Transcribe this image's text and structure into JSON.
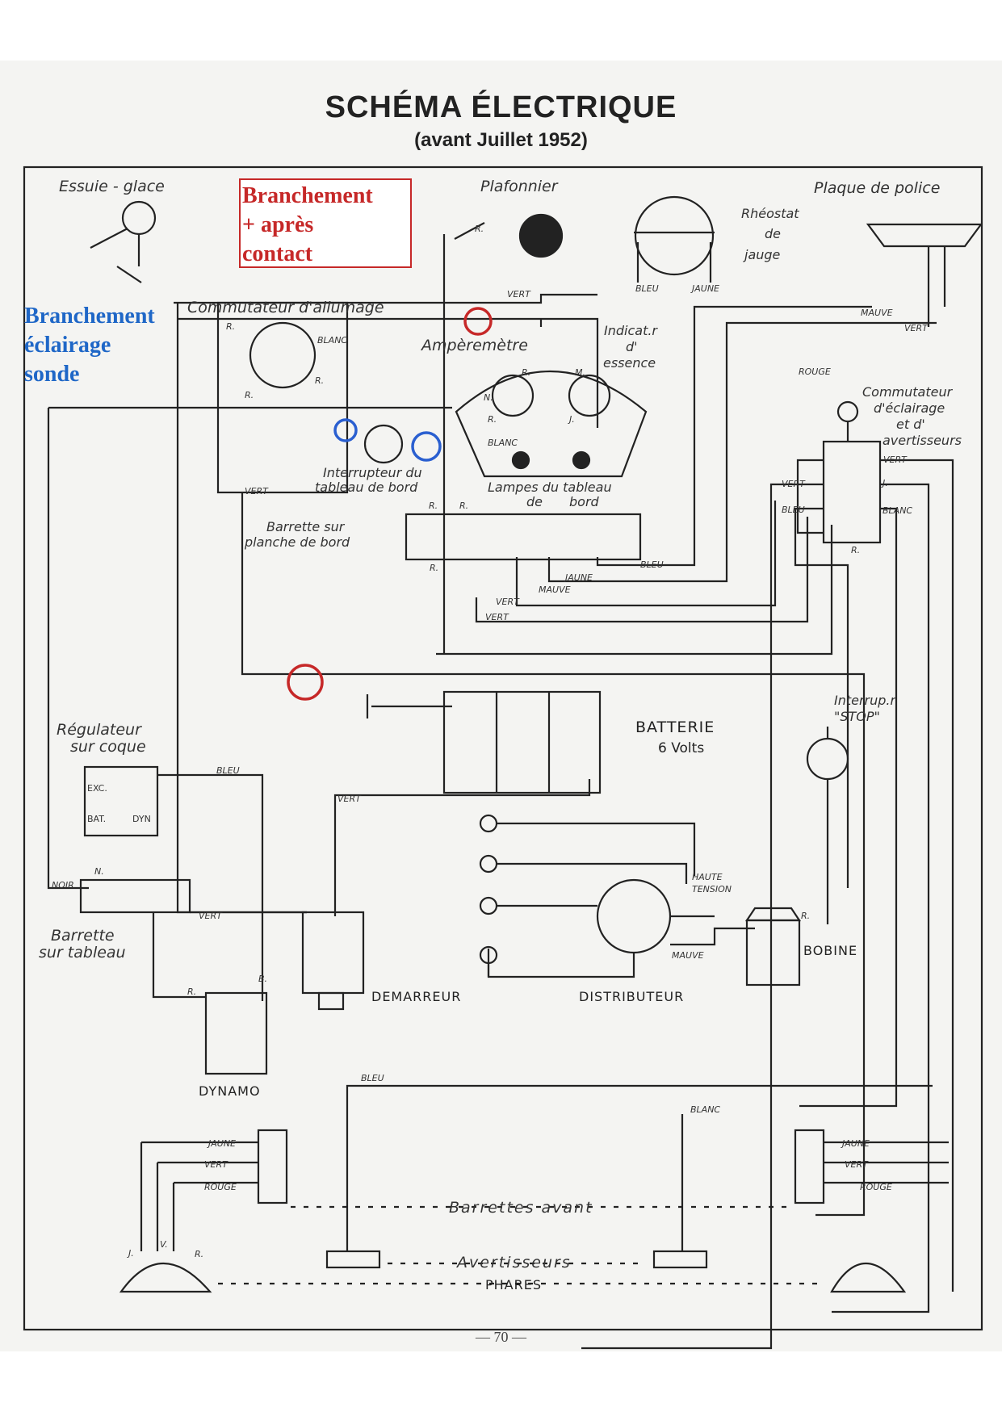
{
  "title": "SCHÉMA ÉLECTRIQUE",
  "subtitle": "(avant Juillet 1952)",
  "annotations": {
    "red_box": [
      "Branchement",
      "+ après",
      "contact"
    ],
    "blue_text": [
      "Branchement",
      "éclairage",
      "sonde"
    ]
  },
  "components": {
    "essuie_glace": "Essuie - glace",
    "plafonnier": "Plafonnier",
    "plaque_police": "Plaque de police",
    "rheostat": [
      "Rhéostat",
      "de",
      "jauge"
    ],
    "commutateur_allumage": "Commutateur d'allumage",
    "amperemetre": "Ampèremètre",
    "indicateur": [
      "Indicat.r",
      "d'",
      "essence"
    ],
    "interrupteur_tableau": [
      "Interrupteur du",
      "tableau de bord"
    ],
    "lampes_tableau": [
      "Lampes du tableau",
      "de",
      "bord"
    ],
    "barrette_planche": [
      "Barrette sur",
      "planche de bord"
    ],
    "commutateur_eclairage": [
      "Commutateur",
      "d'éclairage",
      "et d'",
      "avertisseurs"
    ],
    "batterie": [
      "BATTERIE",
      "6 Volts"
    ],
    "interrupteur_stop": [
      "Interrup.r",
      "\"STOP\""
    ],
    "regulateur": [
      "Régulateur",
      "sur coque"
    ],
    "barrette_tableau": [
      "Barrette",
      "sur tableau"
    ],
    "dynamo": "DYNAMO",
    "demarreur": "DEMARREUR",
    "distributeur": "DISTRIBUTEUR",
    "bobine": "BOBINE",
    "barrettes_avant": "Barrettes avant",
    "avertisseurs": "Avertisseurs",
    "phares": "PHARES"
  },
  "wire_labels": {
    "vert": "VERT",
    "blanc": "BLANC",
    "bleu": "BLEU",
    "jaune": "JAUNE",
    "mauve": "MAUVE",
    "rouge": "ROUGE",
    "noir": "NOIR",
    "haute_tension": [
      "HAUTE",
      "TENSION"
    ]
  },
  "terminal_labels": {
    "r": "R.",
    "n": "N.",
    "m": "M.",
    "j": "J.",
    "b": "B.",
    "v": "V.",
    "exc": "EXC.",
    "bat": "BAT.",
    "dyn": "DYN"
  },
  "page_number": "— 70 —",
  "colors": {
    "ink": "#222222",
    "annotation_red": "#c62828",
    "annotation_blue": "#1f67c7"
  }
}
